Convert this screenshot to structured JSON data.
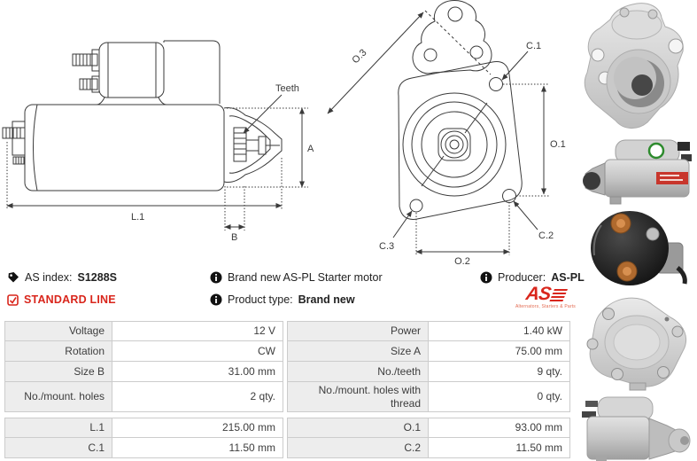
{
  "colors": {
    "accent_red": "#d9261c",
    "drawing_line": "#3a3a3a",
    "table_label_bg": "#ededed",
    "table_border": "#cccccc"
  },
  "drawings": {
    "side_view": {
      "teeth": "Teeth",
      "dim_a": "A",
      "dim_l1": "L.1",
      "dim_b": "B"
    },
    "front_view": {
      "dim_o3": "O.3",
      "dim_c1": "C.1",
      "dim_o1": "O.1",
      "dim_c2": "C.2",
      "dim_c3": "C.3",
      "dim_o2": "O.2"
    }
  },
  "info": {
    "as_index": {
      "label": "AS index:",
      "value": "S1288S"
    },
    "standard_line": "STANDARD LINE",
    "brand_line": "Brand new AS-PL Starter motor",
    "product_type": {
      "label": "Product type:",
      "value": "Brand new"
    },
    "producer": {
      "label": "Producer:",
      "value": "AS-PL"
    },
    "logo": {
      "word": "AS",
      "tagline": "Alternators, Starters & Parts"
    }
  },
  "table": {
    "rows": [
      {
        "l1": "Voltage",
        "v1": "12 V",
        "l2": "Power",
        "v2": "1.40 kW"
      },
      {
        "l1": "Rotation",
        "v1": "CW",
        "l2": "Size A",
        "v2": "75.00 mm"
      },
      {
        "l1": "Size B",
        "v1": "31.00 mm",
        "l2": "No./teeth",
        "v2": "9 qty."
      },
      {
        "l1": "No./mount. holes",
        "v1": "2 qty.",
        "l2": "No./mount. holes with thread",
        "v2": "0 qty."
      },
      {
        "l1": "L.1",
        "v1": "215.00 mm",
        "l2": "O.1",
        "v2": "93.00 mm"
      },
      {
        "l1": "C.1",
        "v1": "11.50 mm",
        "l2": "C.2",
        "v2": "11.50 mm"
      }
    ]
  },
  "photos": [
    "front-angled-view",
    "side-view-drive-left",
    "solenoid-view",
    "rear-end-view",
    "side-view-drive-right"
  ]
}
